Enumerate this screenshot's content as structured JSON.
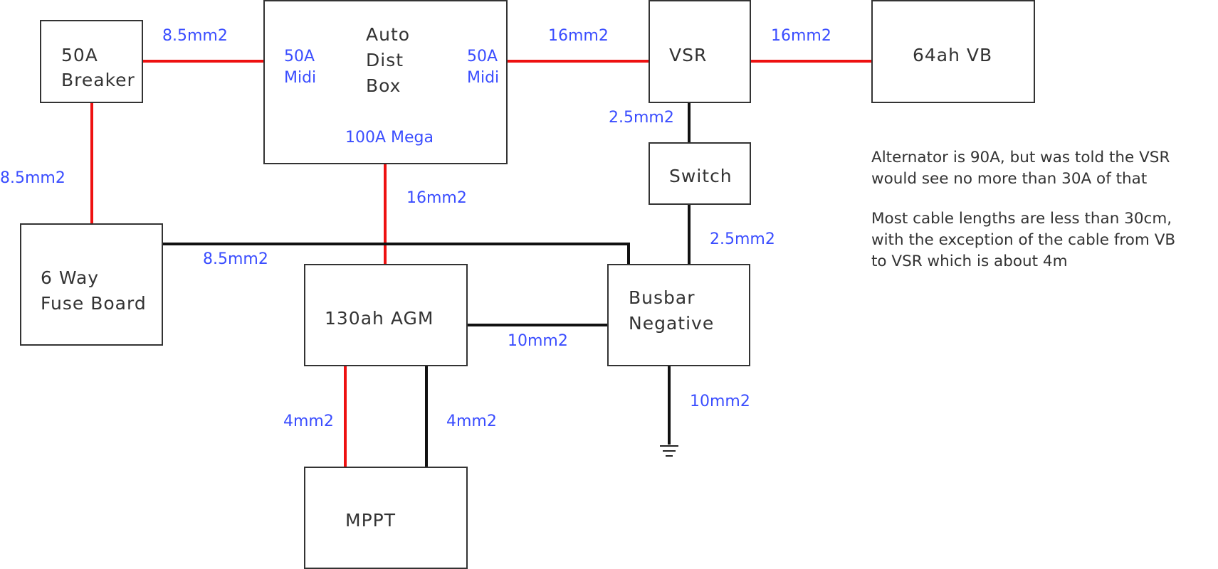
{
  "colors": {
    "positive_wire": "#ee1111",
    "negative_wire": "#111111",
    "cable_label": "#3a4dff",
    "box_text": "#333333"
  },
  "components": {
    "breaker": {
      "line1": "50A",
      "line2": "Breaker"
    },
    "dist_box": {
      "line1": "Auto",
      "line2": "Dist",
      "line3": "Box",
      "fuse_left_1": "50A",
      "fuse_left_2": "Midi",
      "fuse_right_1": "50A",
      "fuse_right_2": "Midi",
      "fuse_bottom": "100A Mega"
    },
    "vsr": {
      "label": "VSR"
    },
    "vehicle_battery": {
      "label": "64ah VB"
    },
    "switch": {
      "label": "Switch"
    },
    "fuse_board": {
      "line1": "6 Way",
      "line2": "Fuse Board"
    },
    "agm": {
      "label": "130ah AGM"
    },
    "busbar": {
      "line1": "Busbar",
      "line2": "Negative"
    },
    "mppt": {
      "label": "MPPT"
    },
    "ground_icon": "ground-symbol-icon"
  },
  "cables": {
    "breaker_to_dist": "8.5mm2",
    "breaker_to_fuseboard": "8.5mm2",
    "dist_to_vsr": "16mm2",
    "vsr_to_vb": "16mm2",
    "vsr_to_switch": "2.5mm2",
    "switch_to_busbar": "2.5mm2",
    "dist_to_agm": "16mm2",
    "fuseboard_to_busbar": "8.5mm2",
    "agm_to_busbar": "10mm2",
    "busbar_to_ground": "10mm2",
    "agm_to_mppt_pos": "4mm2",
    "agm_to_mppt_neg": "4mm2"
  },
  "notes": {
    "note1_line1": "Alternator is 90A, but was told the VSR",
    "note1_line2": "would see no more than 30A of that",
    "note2_line1": "Most cable lengths are less than 30cm,",
    "note2_line2": "with the exception of the cable from VB",
    "note2_line3": "to VSR which is about 4m"
  }
}
